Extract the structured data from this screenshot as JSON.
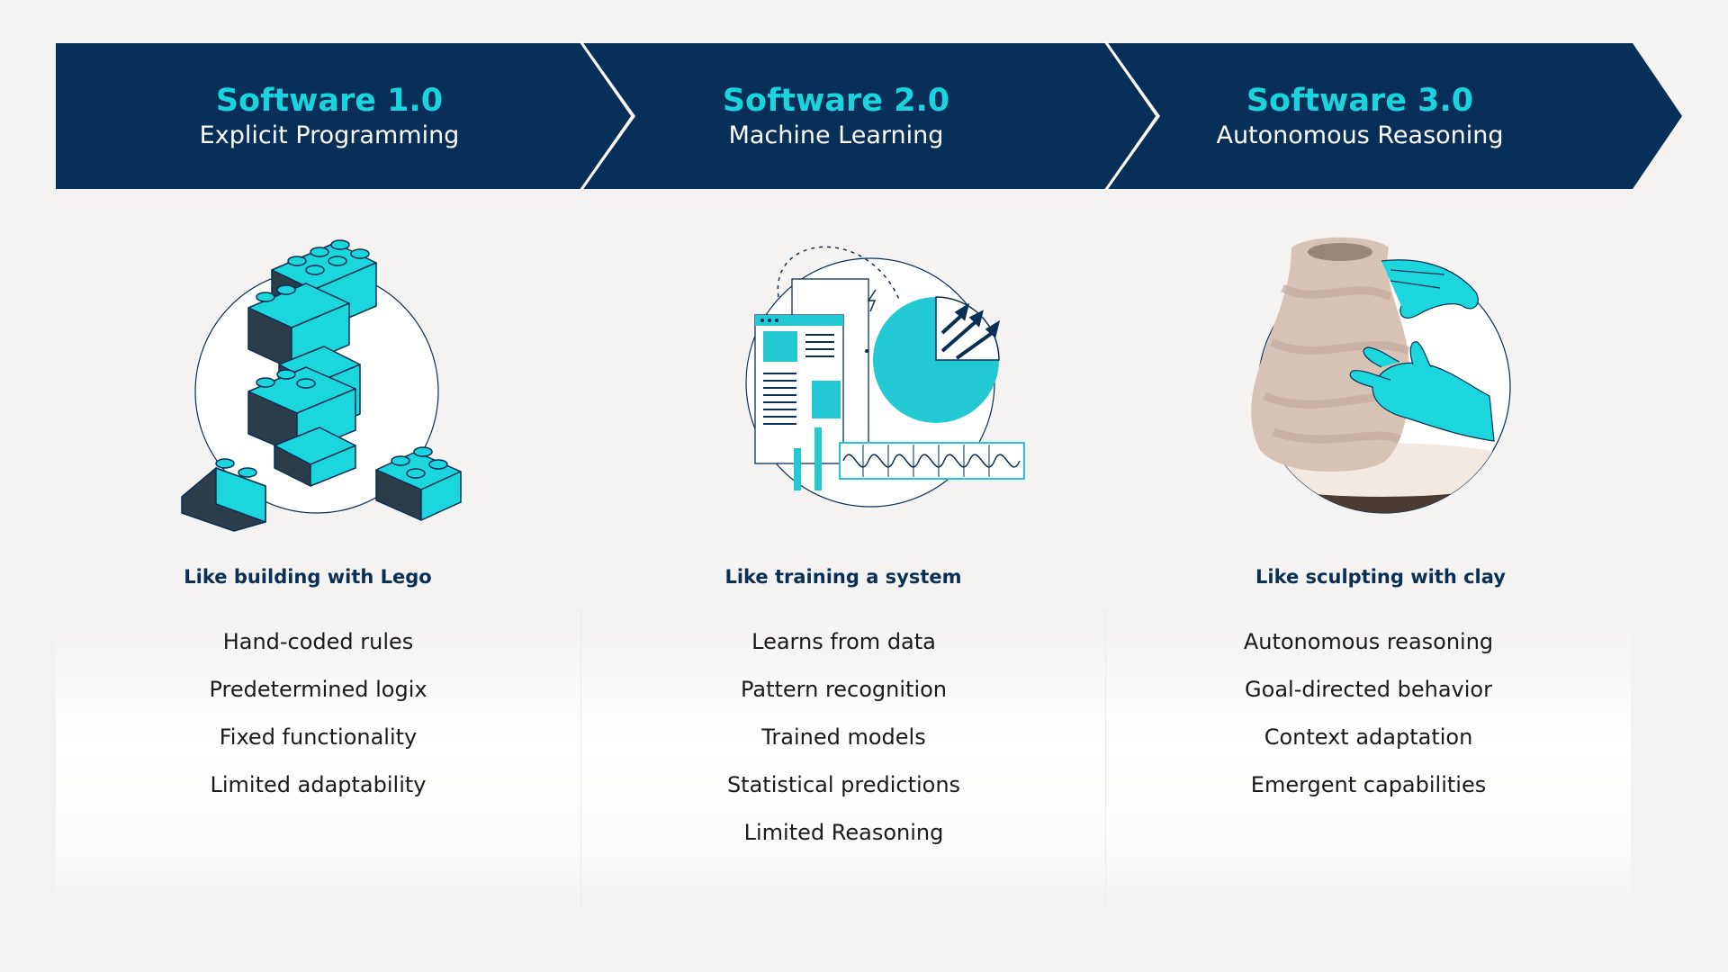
{
  "colors": {
    "navy": "#072f58",
    "cyan": "#19d3df",
    "teal": "#22c8d2"
  },
  "stages": [
    {
      "title": "Software 1.0",
      "subtitle": "Explicit Programming",
      "icon": "lego-bricks-illustration",
      "analogy": "Like building with Lego",
      "features": [
        "Hand-coded rules",
        "Predetermined logix",
        "Fixed functionality",
        "Limited adaptability"
      ]
    },
    {
      "title": "Software 2.0",
      "subtitle": "Machine Learning",
      "icon": "data-charts-illustration",
      "analogy": "Like training a system",
      "features": [
        "Learns from data",
        "Pattern recognition",
        "Trained models",
        "Statistical predictions",
        "Limited Reasoning"
      ]
    },
    {
      "title": "Software 3.0",
      "subtitle": "Autonomous Reasoning",
      "icon": "clay-sculpting-illustration",
      "analogy": "Like sculpting with clay",
      "features": [
        "Autonomous reasoning",
        "Goal-directed behavior",
        "Context adaptation",
        "Emergent capabilities"
      ]
    }
  ]
}
